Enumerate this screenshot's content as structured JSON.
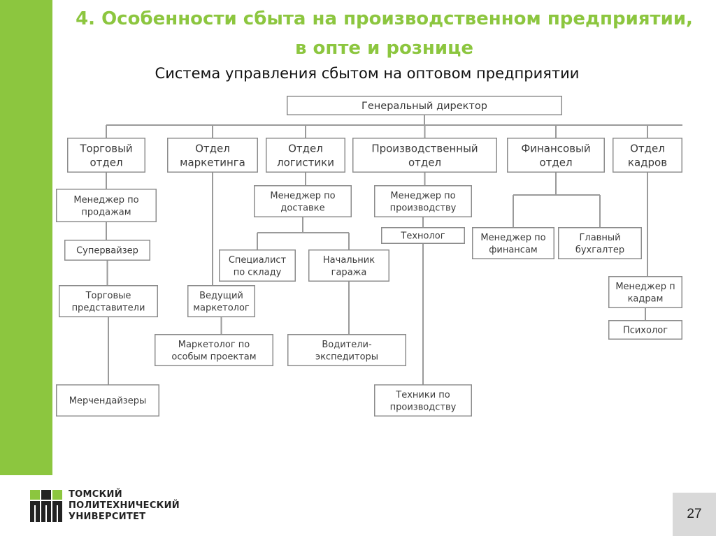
{
  "slide": {
    "title_line1": "4. Особенности сбыта на производственном предприятии,",
    "title_line2": "в опте и рознице",
    "subtitle": "Система управления сбытом на оптовом предприятии",
    "page_number": "27",
    "accent_color": "#8cc63f"
  },
  "footer": {
    "university_lines": [
      "ТОМСКИЙ",
      "ПОЛИТЕХНИЧЕСКИЙ",
      "УНИВЕРСИТЕТ"
    ],
    "logo_icon": "tpu-logo-icon"
  },
  "org_chart": {
    "nodes": [
      {
        "id": "gd",
        "lines": [
          "Генеральный директор"
        ]
      },
      {
        "id": "torg",
        "lines": [
          "Торговый",
          "отдел"
        ]
      },
      {
        "id": "mark",
        "lines": [
          "Отдел",
          "маркетинга"
        ]
      },
      {
        "id": "log",
        "lines": [
          "Отдел",
          "логистики"
        ]
      },
      {
        "id": "prod",
        "lines": [
          "Производственный",
          "отдел"
        ]
      },
      {
        "id": "fin",
        "lines": [
          "Финансовый",
          "отдел"
        ]
      },
      {
        "id": "kadr",
        "lines": [
          "Отдел",
          "кадров"
        ]
      },
      {
        "id": "m_prod",
        "lines": [
          "Менеджер по",
          "продажам"
        ]
      },
      {
        "id": "superv",
        "lines": [
          "Супервайзер"
        ]
      },
      {
        "id": "torg_pred",
        "lines": [
          "Торговые",
          "представители"
        ]
      },
      {
        "id": "merch",
        "lines": [
          "Мерчендайзеры"
        ]
      },
      {
        "id": "ved_mark",
        "lines": [
          "Ведущий",
          "маркетолог"
        ]
      },
      {
        "id": "mark_osob",
        "lines": [
          "Маркетолог по",
          "особым проектам"
        ]
      },
      {
        "id": "m_dost",
        "lines": [
          "Менеджер по",
          "доставке"
        ]
      },
      {
        "id": "spec_sklad",
        "lines": [
          "Специалист",
          "по складу"
        ]
      },
      {
        "id": "nach_gar",
        "lines": [
          "Начальник",
          "гаража"
        ]
      },
      {
        "id": "voditeli",
        "lines": [
          "Водители-",
          "экспедиторы"
        ]
      },
      {
        "id": "m_proizv",
        "lines": [
          "Менеджер по",
          "производству"
        ]
      },
      {
        "id": "tehnolog",
        "lines": [
          "Технолог"
        ]
      },
      {
        "id": "tehniki",
        "lines": [
          "Техники по",
          "производству"
        ]
      },
      {
        "id": "m_fin",
        "lines": [
          "Менеджер по",
          "финансам"
        ]
      },
      {
        "id": "gl_buh",
        "lines": [
          "Главный",
          "бухгалтер"
        ]
      },
      {
        "id": "m_kadr",
        "lines": [
          "Менеджер п",
          "кадрам"
        ]
      },
      {
        "id": "psiholog",
        "lines": [
          "Психолог"
        ]
      }
    ],
    "edges": [
      [
        "gd",
        "torg"
      ],
      [
        "gd",
        "mark"
      ],
      [
        "gd",
        "log"
      ],
      [
        "gd",
        "prod"
      ],
      [
        "gd",
        "fin"
      ],
      [
        "gd",
        "kadr"
      ],
      [
        "torg",
        "m_prod"
      ],
      [
        "m_prod",
        "superv"
      ],
      [
        "superv",
        "torg_pred"
      ],
      [
        "torg_pred",
        "merch"
      ],
      [
        "mark",
        "ved_mark"
      ],
      [
        "ved_mark",
        "mark_osob"
      ],
      [
        "log",
        "m_dost"
      ],
      [
        "m_dost",
        "spec_sklad"
      ],
      [
        "m_dost",
        "nach_gar"
      ],
      [
        "nach_gar",
        "voditeli"
      ],
      [
        "prod",
        "m_proizv"
      ],
      [
        "m_proizv",
        "tehnolog"
      ],
      [
        "tehnolog",
        "tehniki"
      ],
      [
        "fin",
        "m_fin"
      ],
      [
        "fin",
        "gl_buh"
      ],
      [
        "kadr",
        "m_kadr"
      ],
      [
        "m_kadr",
        "psiholog"
      ]
    ]
  }
}
